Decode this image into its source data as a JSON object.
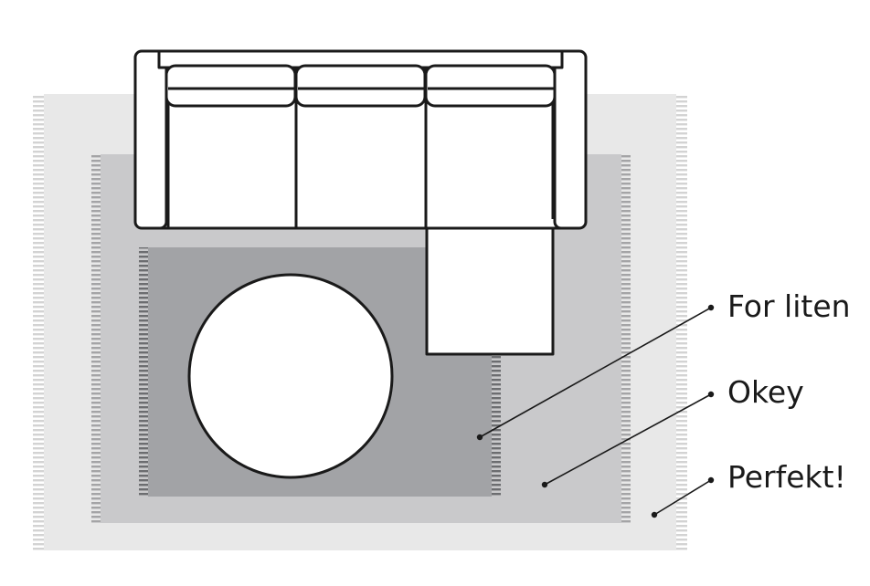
{
  "labels": {
    "small": "For liten",
    "okay": "Okey",
    "perfect": "Perfekt!"
  },
  "colors": {
    "rug_large": "#e8e8e8",
    "rug_medium": "#c9c9cb",
    "rug_small": "#a2a3a6",
    "fringe_large": "#f7f7f7",
    "fringe_medium": "#b8b8ba",
    "fringe_small": "#7e7f82",
    "outline": "#1a1a1a",
    "furniture_fill": "#ffffff"
  }
}
